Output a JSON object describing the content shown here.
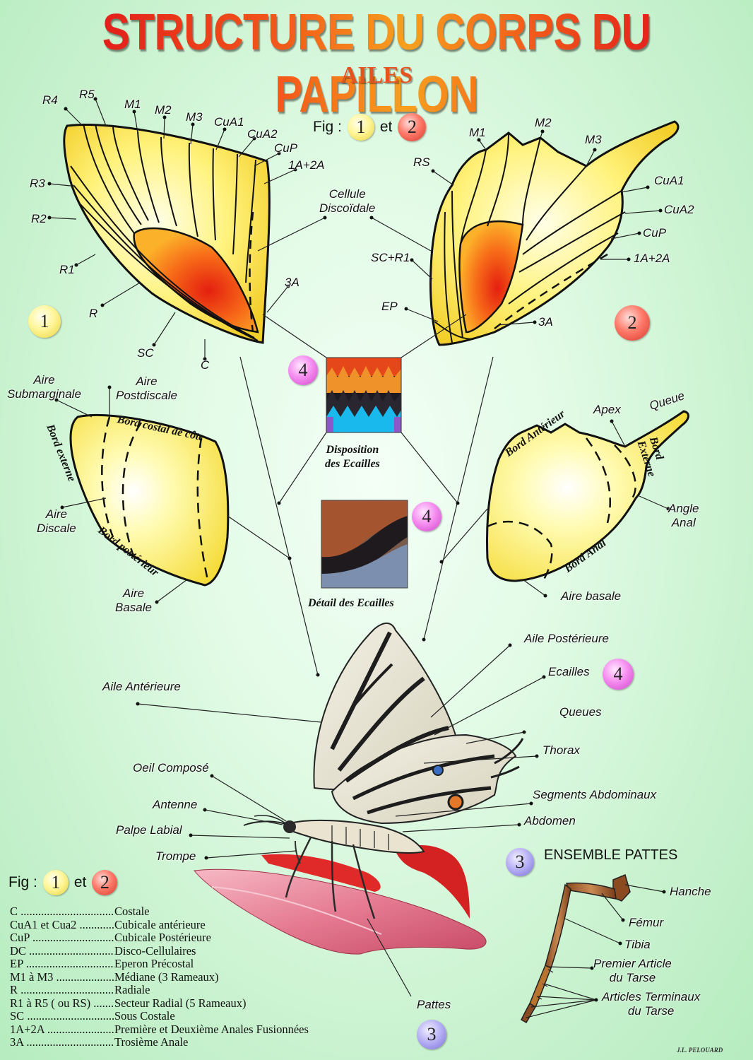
{
  "title": "STRUCTURE DU CORPS DU PAPILLON",
  "subtitle": "AILES",
  "fig_header": {
    "prefix": "Fig :",
    "n1": "1",
    "conj": "et",
    "n2": "2"
  },
  "figure_numbers": {
    "one": "1",
    "two": "2",
    "three": "3",
    "four": "4"
  },
  "fig1_veins": {
    "r4": "R4",
    "r5": "R5",
    "m1": "M1",
    "m2": "M2",
    "m3": "M3",
    "cua1": "CuA1",
    "cua2": "CuA2",
    "cup": "CuP",
    "a1a2": "1A+2A",
    "r3": "R3",
    "r2": "R2",
    "r1": "R1",
    "r": "R",
    "sc": "SC",
    "c": "C",
    "a3": "3A"
  },
  "cellule": "Cellule\nDiscoïdale",
  "fig2_veins": {
    "m1": "M1",
    "m2": "M2",
    "m3": "M3",
    "rs": "RS",
    "cua1": "CuA1",
    "cua2": "CuA2",
    "cup": "CuP",
    "a1a2": "1A+2A",
    "scr1": "SC+R1",
    "ep": "EP",
    "a3": "3A"
  },
  "forewing_areas": {
    "submarginale": "Aire\nSubmarginale",
    "postdiscale": "Aire\nPostdiscale",
    "discale": "Aire\nDiscale",
    "basale": "Aire\nBasale",
    "bord_costal": "Bord costal de côte",
    "bord_externe": "Bord externe",
    "bord_posterieur": "Bord postérieur"
  },
  "hindwing_areas": {
    "bord_anterieur": "Bord Antérieur",
    "apex": "Apex",
    "queue": "Queue",
    "bord_externe": "Bord\nExterne",
    "angle_anal": "Angle\nAnal",
    "bord_anal": "Bord Anal",
    "aire_basale": "Aire basale"
  },
  "scales": {
    "disposition": "Disposition\ndes Ecailles",
    "detail": "Détail des Ecailles"
  },
  "body_labels": {
    "aile_anterieure": "Aile Antérieure",
    "aile_posterieure": "Aile Postérieure",
    "ecailles": "Ecailles",
    "queues": "Queues",
    "thorax": "Thorax",
    "oeil": "Oeil Composé",
    "segments": "Segments Abdominaux",
    "antenne": "Antenne",
    "abdomen": "Abdomen",
    "palpe": "Palpe Labial",
    "trompe": "Trompe",
    "pattes": "Pattes"
  },
  "legs": {
    "title": "ENSEMBLE PATTES",
    "hanche": "Hanche",
    "femur": "Fémur",
    "tibia": "Tibia",
    "premier": "Premier Article\ndu Tarse",
    "terminaux": "Articles Terminaux\ndu Tarse"
  },
  "legend": [
    {
      "k": "C",
      "v": "Costale"
    },
    {
      "k": "CuA1 et Cua2",
      "v": "Cubicale antérieure"
    },
    {
      "k": "CuP",
      "v": "Cubicale Postérieure"
    },
    {
      "k": "DC",
      "v": "Disco-Cellulaires"
    },
    {
      "k": "EP",
      "v": "Eperon Précostal"
    },
    {
      "k": "M1 à M3",
      "v": "Médiane (3 Rameaux)"
    },
    {
      "k": "R",
      "v": "Radiale"
    },
    {
      "k": "R1 à R5 ( ou RS)",
      "v": "Secteur Radial (5 Rameaux)"
    },
    {
      "k": "SC",
      "v": "Sous Costale"
    },
    {
      "k": "1A+2A",
      "v": "Première et Deuxième Anales Fusionnées"
    },
    {
      "k": "3A",
      "v": "Trosième Anale"
    }
  ],
  "credit": "J.L. PELOUARD",
  "colors": {
    "wing_yellow": "#ffe75a",
    "wing_red": "#e8301c",
    "title_red": "#e0141b",
    "title_orange": "#f7a11e"
  }
}
